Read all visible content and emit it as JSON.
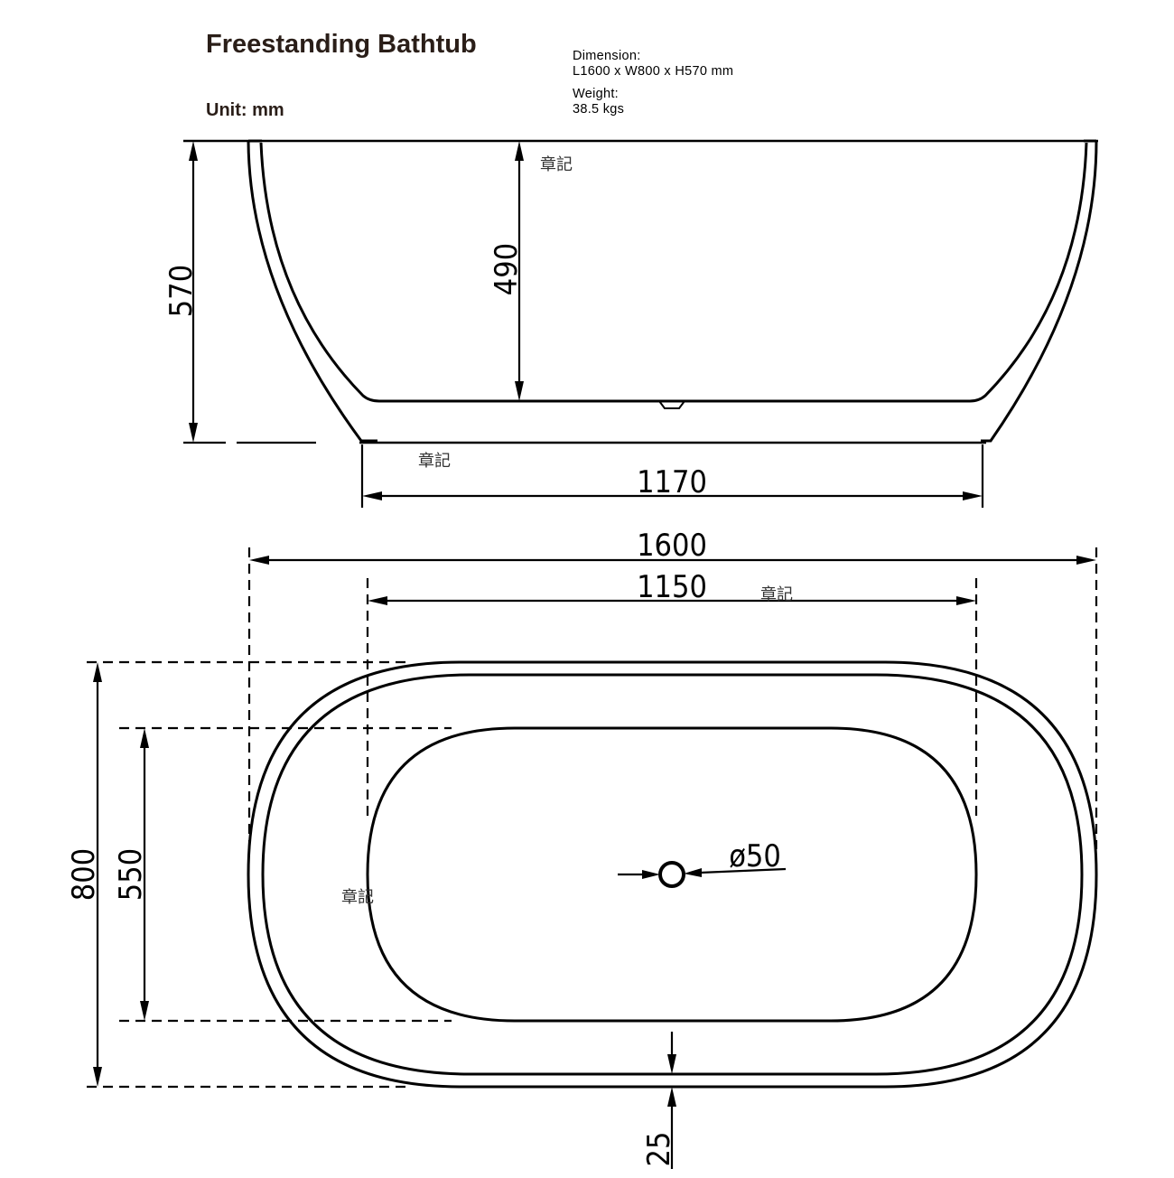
{
  "header": {
    "title": "Freestanding Bathtub",
    "unit": "Unit: mm",
    "dimension_label": "Dimension:",
    "dimension_value": "L1600 x W800 x H570 mm",
    "weight_label": "Weight:",
    "weight_value": "38.5 kgs"
  },
  "side_view": {
    "overall_height": "570",
    "inner_depth": "490",
    "base_length": "1170"
  },
  "top_view": {
    "overall_length": "1600",
    "inner_length": "1150",
    "overall_width": "800",
    "inner_width": "550",
    "drain_diameter": "ø50",
    "rim_width": "25"
  },
  "watermarks": [
    "章記",
    "章記",
    "章記",
    "章記"
  ]
}
